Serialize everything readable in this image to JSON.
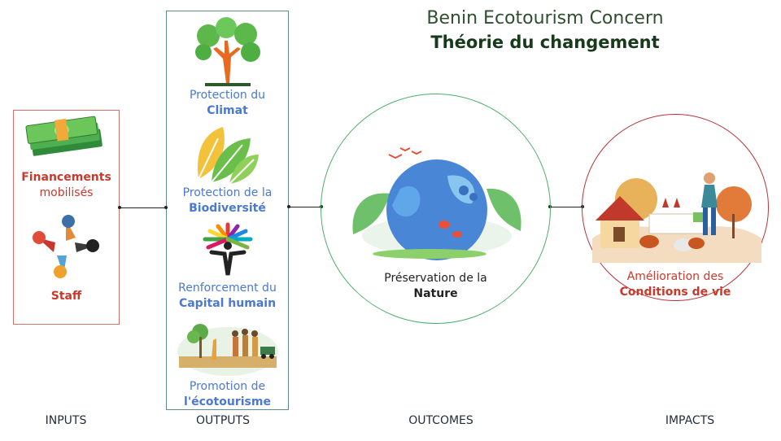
{
  "header": {
    "title": "Benin Ecotourism Concern",
    "subtitle": "Théorie du changement"
  },
  "inputs": {
    "items": [
      {
        "line1": "Financements",
        "line2": "mobilisés",
        "icon": "money-stack-icon"
      },
      {
        "line1": "Staff",
        "icon": "team-hands-icon"
      }
    ]
  },
  "outputs": {
    "items": [
      {
        "line1": "Protection du",
        "line2": "Climat",
        "icon": "tree-icon"
      },
      {
        "line1": "Protection de la",
        "line2": "Biodiversité",
        "icon": "leaves-icon"
      },
      {
        "line1": "Renforcement du",
        "line2": "Capital humain",
        "icon": "human-tree-icon"
      },
      {
        "line1": "Promotion de",
        "line2": "l'écotourisme",
        "icon": "safari-icon"
      }
    ]
  },
  "outcome": {
    "line1": "Préservation de la",
    "line2": "Nature",
    "icon": "earth-nature-icon"
  },
  "impact": {
    "line1": "Amélioration des",
    "line2": "Conditions de vie",
    "icon": "farm-icon"
  },
  "footer": {
    "inputs": "INPUTS",
    "outputs": "OUTPUTS",
    "outcomes": "OUTCOMES",
    "impacts": "IMPACTS"
  },
  "colors": {
    "inputs_border": "#d7706a",
    "outputs_border": "#5d8a8a",
    "outcome_circle": "#4caf6a",
    "impact_circle": "#b8343a",
    "red_text": "#c83a2c",
    "blue_text": "#4b78d0"
  }
}
